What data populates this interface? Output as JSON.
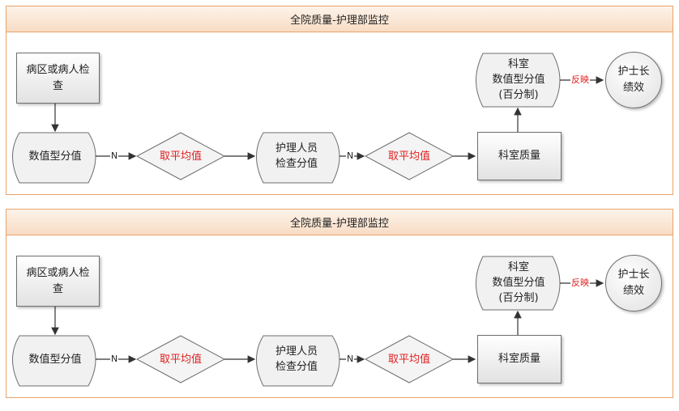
{
  "panels": [
    {
      "title": "全院质量-护理部监控",
      "nodes": {
        "ward_check": "病区或病人检\n查",
        "numeric_score": "数值型分值",
        "average_1": "取平均值",
        "staff_check": "护理人员\n检查分值",
        "average_2": "取平均值",
        "dept_quality": "科室质量",
        "dept_numeric": "科室\n数值型分值\n(百分制)",
        "head_nurse": "护士长\n绩效"
      },
      "edge_labels": {
        "n1": "N",
        "n2": "N",
        "feedback": "反映"
      }
    },
    {
      "title": "全院质量-护理部监控",
      "nodes": {
        "ward_check": "病区或病人检\n查",
        "numeric_score": "数值型分值",
        "average_1": "取平均值",
        "staff_check": "护理人员\n检查分值",
        "average_2": "取平均值",
        "dept_quality": "科室质量",
        "dept_numeric": "科室\n数值型分值\n(百分制)",
        "head_nurse": "护士长\n绩效"
      },
      "edge_labels": {
        "n1": "N",
        "n2": "N",
        "feedback": "反映"
      }
    }
  ],
  "colors": {
    "panel_border": "#e8a36a",
    "panel_header": "#f8dcc4",
    "shape_border": "#6e6e6e",
    "emphasis_text": "#e02020"
  }
}
